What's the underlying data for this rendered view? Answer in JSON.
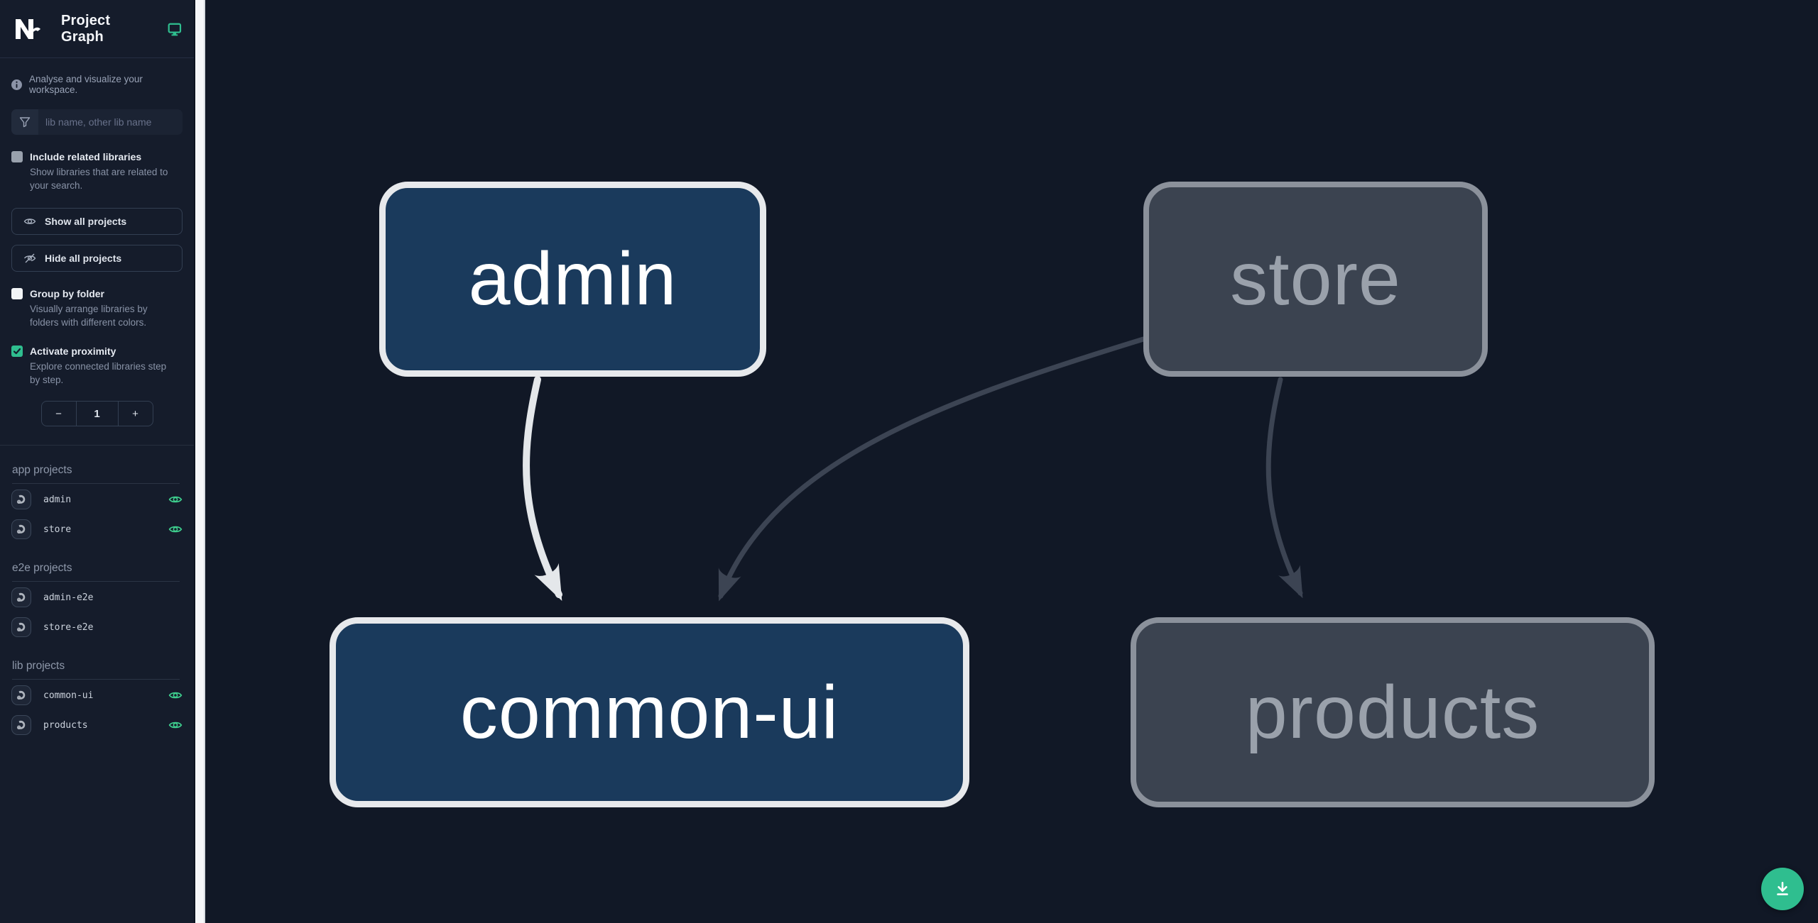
{
  "app": {
    "title": "Project Graph"
  },
  "sidebar": {
    "tagline": "Analyse and visualize your workspace.",
    "filter": {
      "placeholder": "lib name, other lib name"
    },
    "include_related": {
      "label": "Include related libraries",
      "description": "Show libraries that are related to your search.",
      "checked": false
    },
    "show_all_label": "Show all projects",
    "hide_all_label": "Hide all projects",
    "group_by_folder": {
      "label": "Group by folder",
      "description": "Visually arrange libraries by folders with different colors.",
      "checked": false
    },
    "activate_proximity": {
      "label": "Activate proximity",
      "description": "Explore connected libraries step by step.",
      "checked": true
    },
    "proximity_stepper": {
      "decrement": "−",
      "value": "1",
      "increment": "+"
    },
    "sections": [
      {
        "title": "app projects",
        "items": [
          {
            "name": "admin",
            "visible": true
          },
          {
            "name": "store",
            "visible": true
          }
        ]
      },
      {
        "title": "e2e projects",
        "items": [
          {
            "name": "admin-e2e",
            "visible": false
          },
          {
            "name": "store-e2e",
            "visible": false
          }
        ]
      },
      {
        "title": "lib projects",
        "items": [
          {
            "name": "common-ui",
            "visible": true
          },
          {
            "name": "products",
            "visible": true
          }
        ]
      }
    ]
  },
  "graph": {
    "nodes": [
      {
        "id": "admin",
        "label": "admin",
        "state": "focused"
      },
      {
        "id": "store",
        "label": "store",
        "state": "dimmed"
      },
      {
        "id": "common-ui",
        "label": "common-ui",
        "state": "focused"
      },
      {
        "id": "products",
        "label": "products",
        "state": "dimmed"
      }
    ],
    "edges": [
      {
        "source": "admin",
        "target": "common-ui",
        "state": "highlighted"
      },
      {
        "source": "store",
        "target": "common-ui",
        "state": "dimmed"
      },
      {
        "source": "store",
        "target": "products",
        "state": "dimmed"
      }
    ]
  },
  "colors": {
    "accent_green": "#2fbe8f",
    "eye_green": "#3ecf8e",
    "sidebar_bg": "#151c2b",
    "canvas_bg": "#111826",
    "node_focused_fill": "#1a3a5c",
    "node_focused_border": "#e7e9ec",
    "node_dimmed_fill": "#3b4350",
    "node_dimmed_border": "#8b919b",
    "edge_highlighted": "#e4e7ea",
    "edge_dimmed": "#3c4453"
  }
}
